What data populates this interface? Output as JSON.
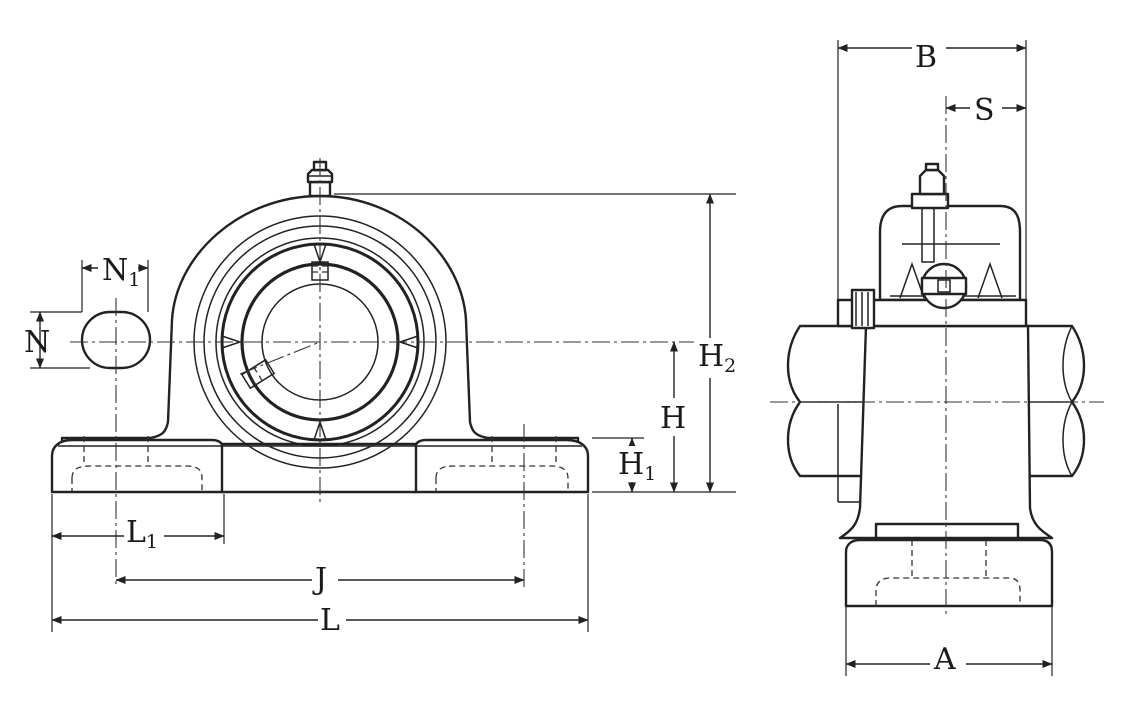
{
  "front_view": {
    "labels": {
      "N1": {
        "main": "N",
        "sub": "1"
      },
      "N": "N",
      "H": "H",
      "H1": {
        "main": "H",
        "sub": "1"
      },
      "H2": {
        "main": "H",
        "sub": "2"
      },
      "L1": {
        "main": "L",
        "sub": "1"
      },
      "J": "J",
      "L": "L"
    }
  },
  "side_view": {
    "labels": {
      "B": "B",
      "S": "S",
      "A": "A"
    }
  }
}
